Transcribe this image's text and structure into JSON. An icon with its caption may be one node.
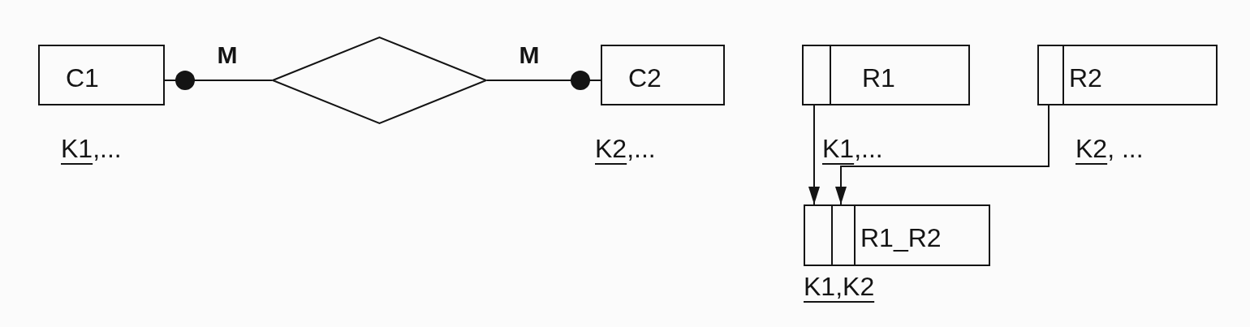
{
  "diagram": {
    "nodes": [
      {
        "text": [
          "C1"
        ],
        "beside": [
          "K1,..."
        ]
      },
      {
        "text": [],
        "shape": "diamond"
      },
      {
        "text": [
          "C2"
        ],
        "beside": [
          "K2,..."
        ]
      },
      {
        "text": [
          "R1"
        ],
        "beside": [
          "K1,..."
        ]
      },
      {
        "text": [
          "R2"
        ],
        "beside": [
          "K2, ..."
        ]
      },
      {
        "text": [
          "R1_R2"
        ],
        "beside": [
          "K1,K2"
        ]
      }
    ],
    "edges": [
      {
        "from": 0,
        "to": 1,
        "arrow": "other",
        "label": "M"
      },
      {
        "from": 2,
        "to": 1,
        "arrow": "other",
        "label": "M"
      },
      {
        "from": 3,
        "to": 5,
        "arrow": "to"
      },
      {
        "from": 4,
        "to": 5,
        "arrow": "to"
      }
    ]
  }
}
